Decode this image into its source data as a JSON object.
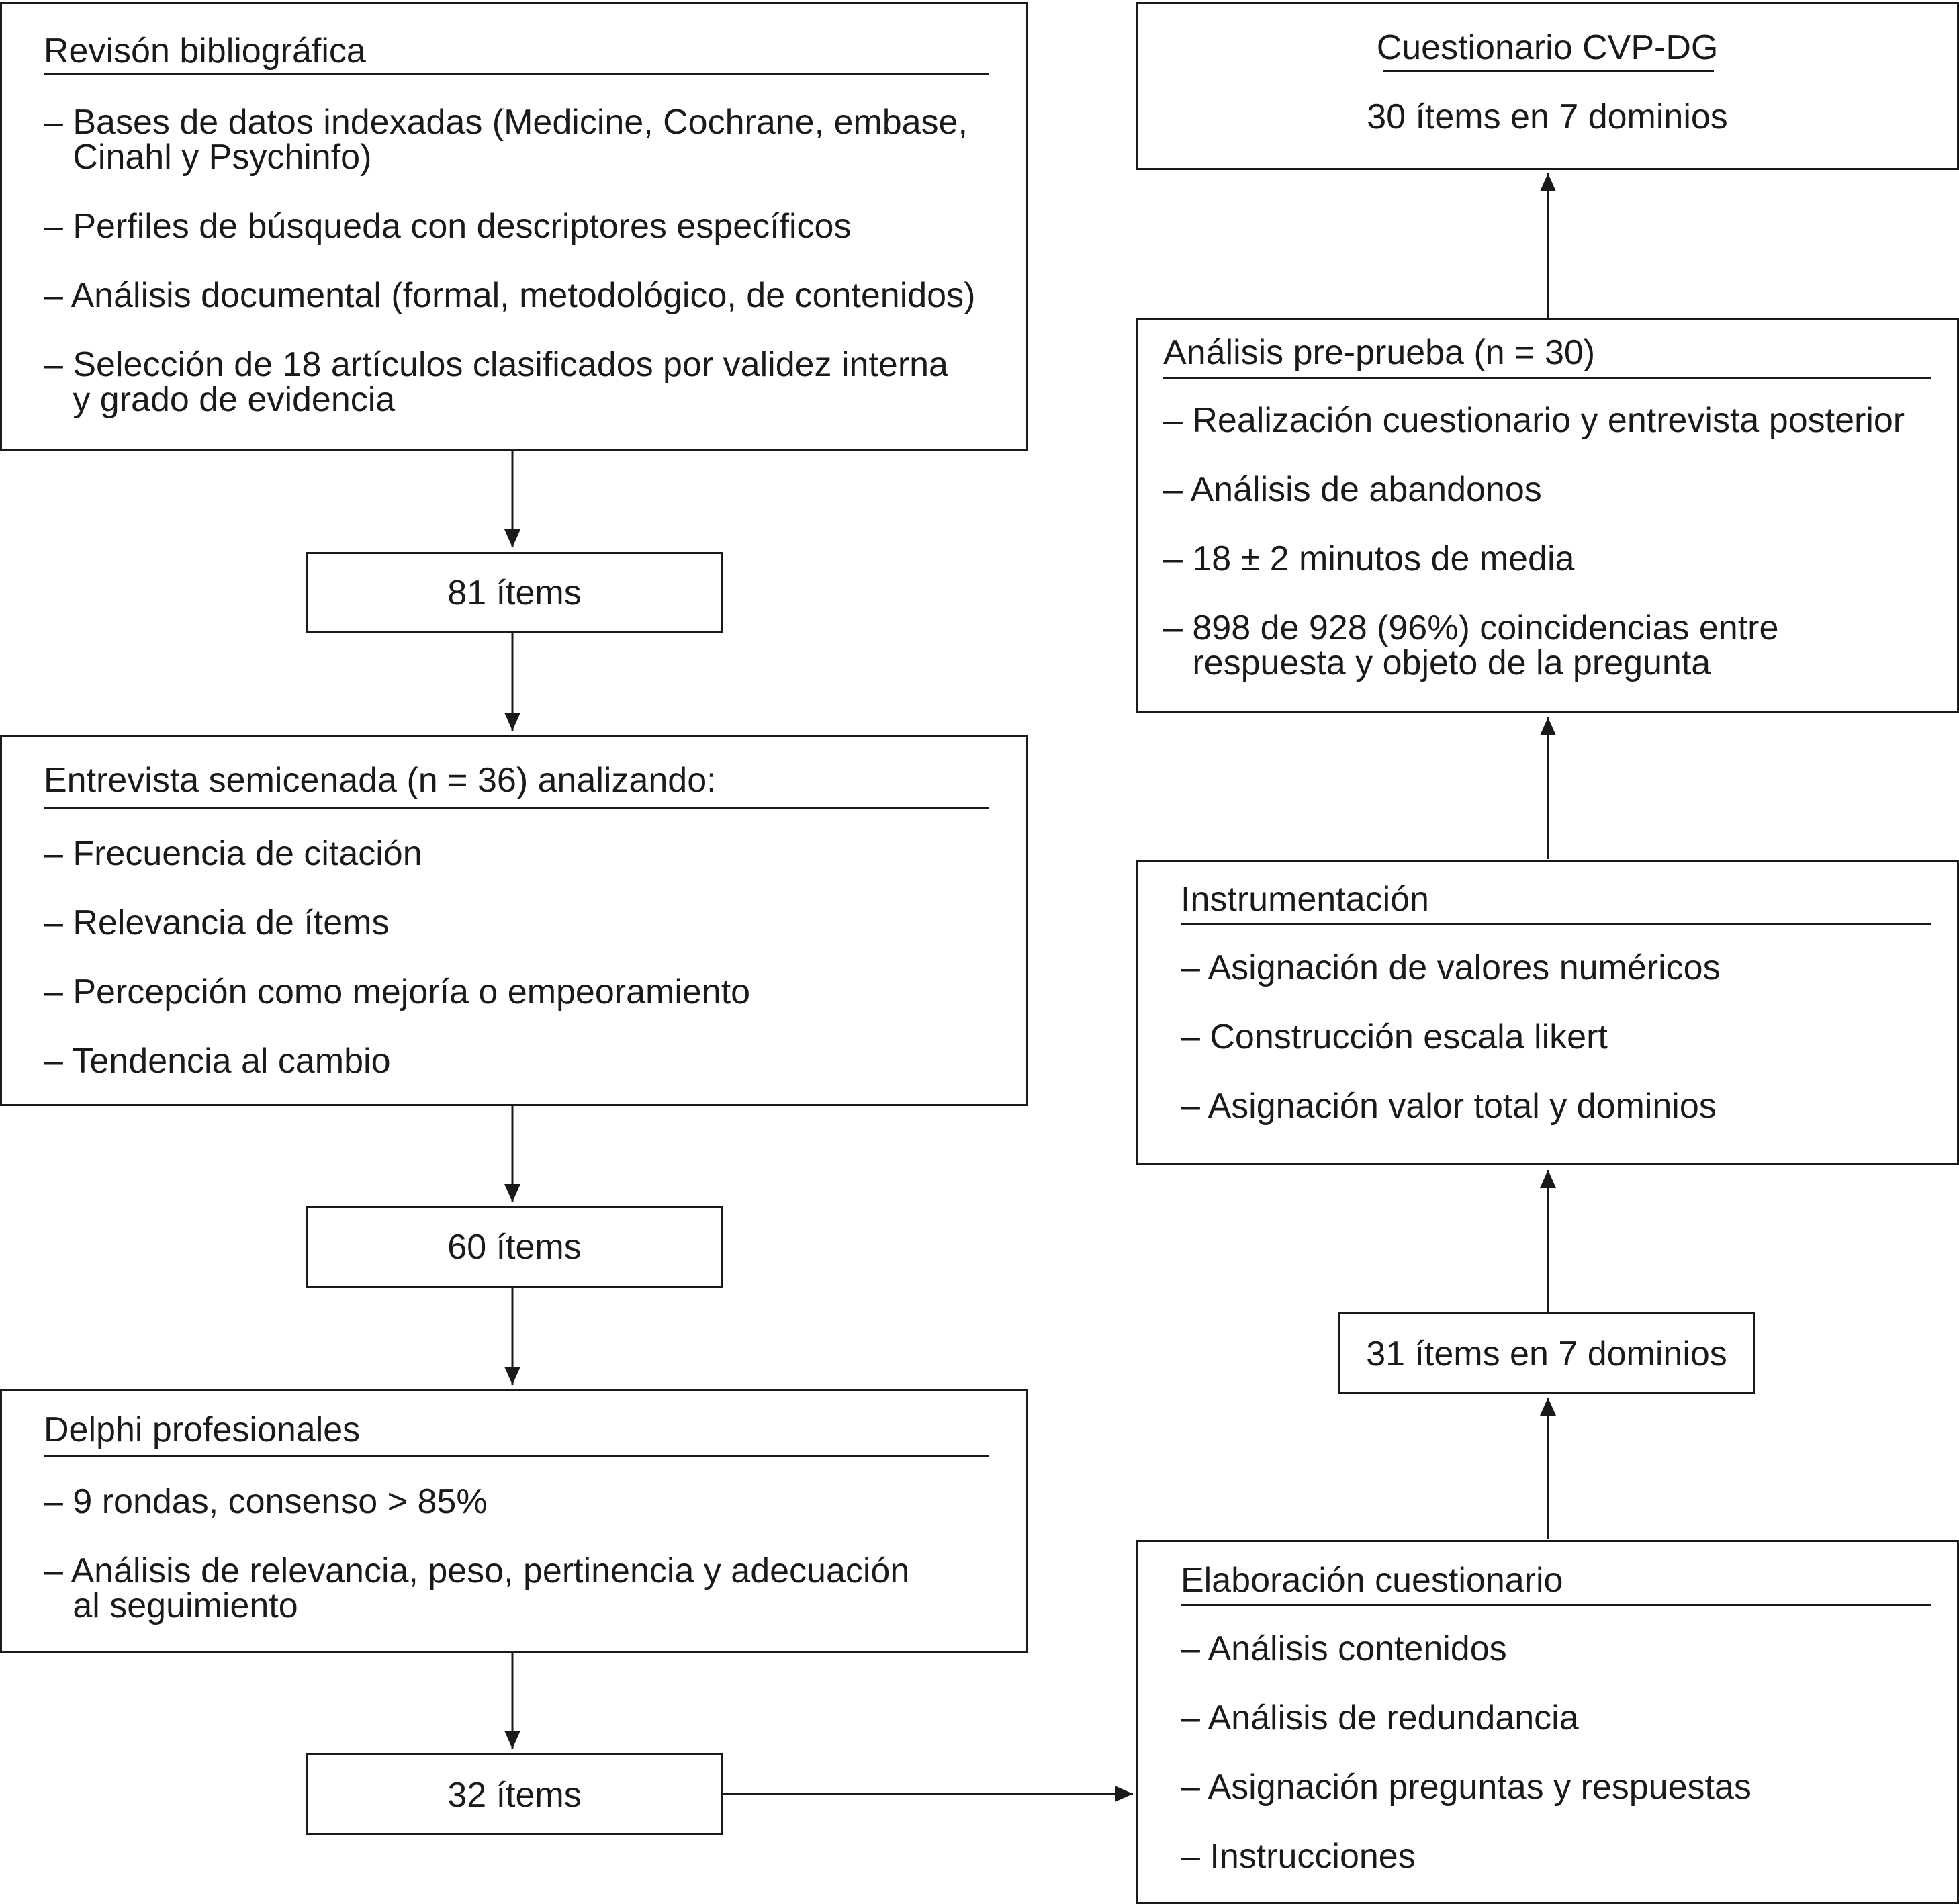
{
  "left_column": {
    "revision": {
      "title": "Revisón bibliográfica",
      "items": [
        "– Bases de datos indexadas (Medicine, Cochrane, embase,\n   Cinahl y Psychinfo)",
        "– Perfiles de búsqueda con descriptores específicos",
        "– Análisis documental (formal, metodológico, de contenidos)",
        "– Selección de 18 artículos clasificados por validez interna\n   y grado de evidencia"
      ]
    },
    "count_81": "81 ítems",
    "entrevista": {
      "title": "Entrevista semicenada (n = 36) analizando:",
      "items": [
        "– Frecuencia de citación",
        "– Relevancia de ítems",
        "– Percepción como mejoría o empeoramiento",
        "– Tendencia al cambio"
      ]
    },
    "count_60": "60 ítems",
    "delphi": {
      "title": "Delphi profesionales",
      "items": [
        "– 9 rondas, consenso > 85%",
        "– Análisis de relevancia, peso, pertinencia y adecuación\n   al seguimiento"
      ]
    },
    "count_32": "32 ítems"
  },
  "right_column": {
    "cuestionario": {
      "title": "Cuestionario CVP-DG",
      "subtitle": "30 ítems en 7 dominios"
    },
    "analisis": {
      "title": "Análisis pre-prueba (n = 30)",
      "items": [
        "– Realización cuestionario y entrevista posterior",
        "– Análisis de abandonos",
        "– 18 ± 2 minutos de media",
        "– 898 de 928 (96%) coincidencias entre\n   respuesta y objeto de la pregunta"
      ]
    },
    "instrumentacion": {
      "title": "Instrumentación",
      "items": [
        "– Asignación de valores numéricos",
        "– Construcción escala likert",
        "– Asignación valor total y dominios"
      ]
    },
    "count_31": "31 ítems en 7 dominios",
    "elaboracion": {
      "title": "Elaboración cuestionario",
      "items": [
        "– Análisis contenidos",
        "– Análisis de redundancia",
        "– Asignación preguntas y respuestas",
        "– Instrucciones"
      ]
    }
  }
}
